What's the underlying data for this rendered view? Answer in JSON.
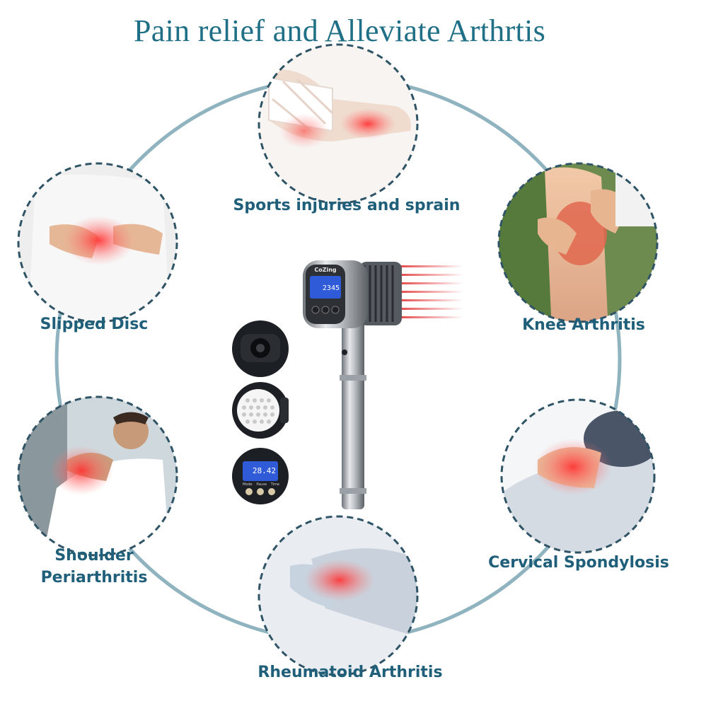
{
  "title": "Pain relief and Alleviate Arthrtis",
  "conditions": [
    {
      "label": "Sports injuries and sprain",
      "icon": "bandaged-ankle-icon"
    },
    {
      "label": "Knee Arthritis",
      "icon": "knee-pain-icon"
    },
    {
      "label": "Cervical Spondylosis",
      "icon": "neck-pain-icon"
    },
    {
      "label": "Rheumatoid Arthritis",
      "icon": "forearm-pain-icon"
    },
    {
      "label": "Shoulder",
      "label2": "Periarthritis",
      "icon": "shoulder-pain-icon"
    },
    {
      "label": "Slipped Disc",
      "icon": "back-pain-icon"
    }
  ],
  "device": {
    "brand": "CoZing",
    "display_value": "2345",
    "thumb_display_value": "28.42",
    "button_labels": [
      "Mode",
      "Pause",
      "Time"
    ]
  },
  "colors": {
    "title": "#1f6f86",
    "label": "#1f5f7a",
    "ring": "#8fb3bf",
    "laser": "#e02a2a"
  }
}
